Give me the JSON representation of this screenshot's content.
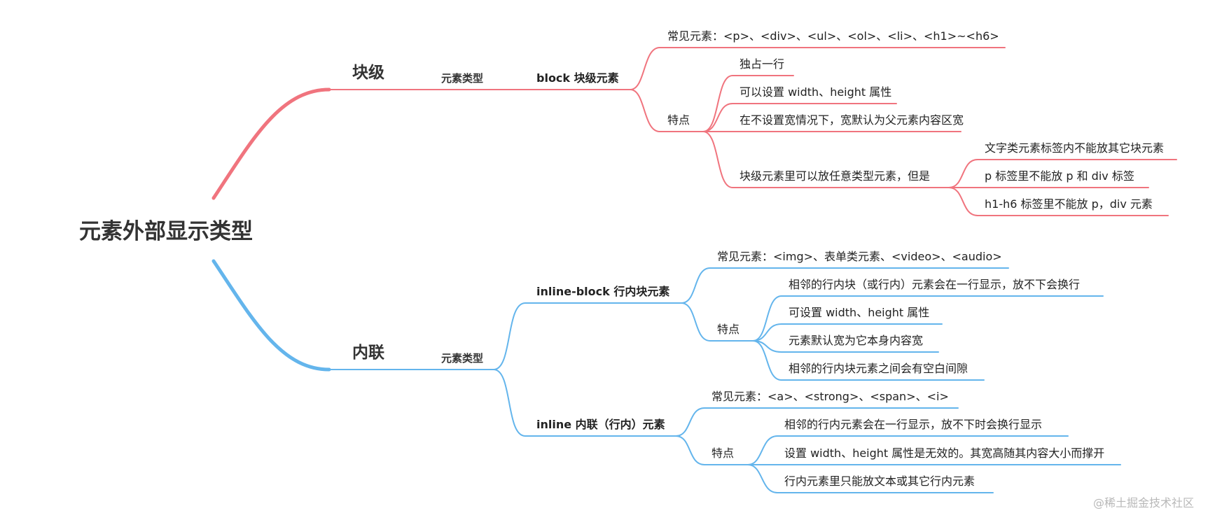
{
  "root": "元素外部显示类型",
  "colors": {
    "block": "#f0747e",
    "inline": "#64b5ec"
  },
  "block": {
    "label": "块级",
    "type_label": "元素类型",
    "node": "block 块级元素",
    "common": "常见元素：<p>、<div>、<ul>、<ol>、<li>、<h1>~<h6>",
    "feature_label": "特点",
    "features": [
      "独占一行",
      "可以设置 width、height 属性",
      "在不设置宽情况下，宽默认为父元素内容区宽",
      "块级元素里可以放任意类型元素，但是"
    ],
    "exceptions": [
      "文字类元素标签内不能放其它块元素",
      "p 标签里不能放 p 和 div 标签",
      "h1-h6 标签里不能放 p，div 元素"
    ]
  },
  "inline": {
    "label": "内联",
    "type_label": "元素类型",
    "inline_block": {
      "node": "inline-block 行内块元素",
      "common": "常见元素：<img>、表单类元素、<video>、<audio>",
      "feature_label": "特点",
      "features": [
        "相邻的行内块（或行内）元素会在一行显示，放不下会换行",
        "可设置 width、height 属性",
        "元素默认宽为它本身内容宽",
        "相邻的行内块元素之间会有空白间隙"
      ]
    },
    "inline_el": {
      "node": "inline 内联（行内）元素",
      "common": "常见元素：<a>、<strong>、<span>、<i>",
      "feature_label": "特点",
      "features": [
        "相邻的行内元素会在一行显示，放不下时会换行显示",
        "设置 width、height 属性是无效的。其宽高随其内容大小而撑开",
        "行内元素里只能放文本或其它行内元素"
      ]
    }
  },
  "watermark": "@稀土掘金技术社区"
}
